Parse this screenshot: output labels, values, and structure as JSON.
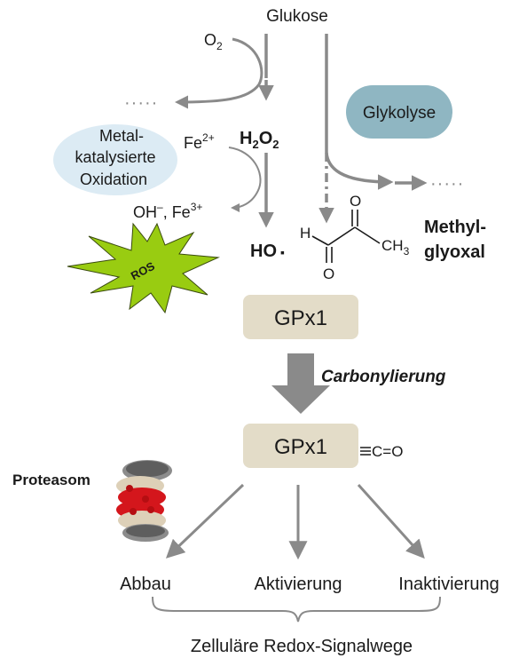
{
  "labels": {
    "glukose": "Glukose",
    "o2_main": "O",
    "o2_sub": "2",
    "h2o2_h": "H",
    "h2o2_sub1": "2",
    "h2o2_o": "O",
    "h2o2_sub2": "2",
    "metal_line1": "Metal-",
    "metal_line2": "katalysierte",
    "metal_line3": "Oxidation",
    "fe2_main": "Fe",
    "fe2_sup": "2+",
    "oh_fe3_main": "OH",
    "oh_minus": "–",
    "oh_fe3_mid": ", Fe",
    "fe3_sup": "3+",
    "ros": "ROS",
    "ho_radical": "HO",
    "radical_dot": "▪",
    "glykolyse": "Glykolyse",
    "dots_left": "·····",
    "dots_right": "·····",
    "methylglyoxal_line1": "Methyl-",
    "methylglyoxal_line2": "glyoxal",
    "mg_h": "H",
    "mg_o_left": "O",
    "mg_o_right": "O",
    "mg_ch3_main": "CH",
    "mg_ch3_sub": "3",
    "gpx1_top": "GPx1",
    "carbonylierung": "Carbonylierung",
    "gpx1_bottom": "GPx1",
    "carbonyl_group": "C=O",
    "proteasom": "Proteasom",
    "abbau": "Abbau",
    "aktivierung": "Aktivierung",
    "inaktivierung": "Inaktivierung",
    "signalwege": "Zelluläre Redox-Signalwege"
  },
  "colors": {
    "arrow_gray": "#8a8a8a",
    "gpx_box": "#e3dcc8",
    "glykolyse_fill": "#8fb6c2",
    "metal_fill": "#dcebf4",
    "ros_fill": "#99cc11",
    "proteasome_red": "#d4161c",
    "proteasome_beige": "#ddd0b8",
    "proteasome_gray": "#8c8c8c"
  }
}
